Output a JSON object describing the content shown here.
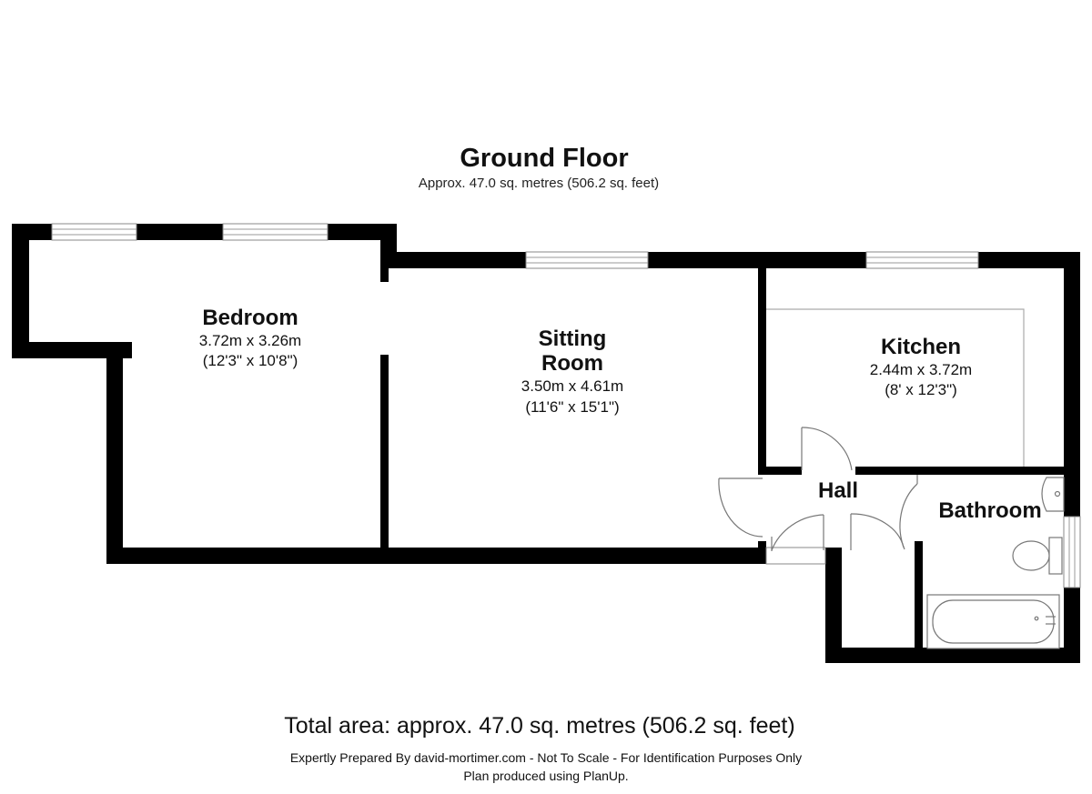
{
  "floor": {
    "title": "Ground Floor",
    "area": "Approx. 47.0 sq. metres (506.2 sq. feet)"
  },
  "rooms": {
    "bedroom": {
      "name": "Bedroom",
      "metric": "3.72m x 3.26m",
      "imperial": "(12'3\" x 10'8\")"
    },
    "sitting_room": {
      "name_line1": "Sitting",
      "name_line2": "Room",
      "metric": "3.50m x 4.61m",
      "imperial": "(11'6\" x 15'1\")"
    },
    "kitchen": {
      "name": "Kitchen",
      "metric": "2.44m x 3.72m",
      "imperial": "(8' x 12'3\")"
    },
    "hall": {
      "name": "Hall"
    },
    "bathroom": {
      "name": "Bathroom"
    }
  },
  "footer": {
    "total_area": "Total area: approx. 47.0 sq. metres (506.2 sq. feet)",
    "disclaimer": "Expertly Prepared By david-mortimer.com - Not To Scale - For Identification Purposes Only",
    "credit": "Plan produced using PlanUp."
  },
  "colors": {
    "wall": "#000000",
    "window": "#ffffff",
    "fixture_line": "#777777",
    "background": "#ffffff"
  }
}
